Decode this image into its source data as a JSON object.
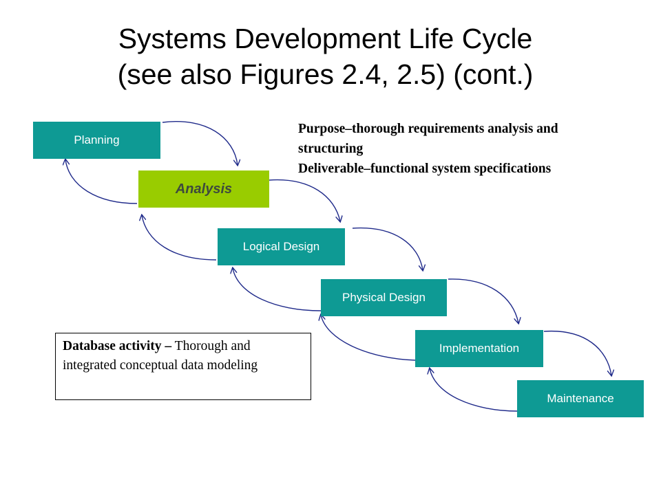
{
  "slide": {
    "title_line1": "Systems Development Life Cycle",
    "title_line2": "(see also Figures 2.4, 2.5) (cont.)"
  },
  "phases": [
    {
      "label": "Planning",
      "active": false
    },
    {
      "label": "Analysis",
      "active": true
    },
    {
      "label": "Logical Design",
      "active": false
    },
    {
      "label": "Physical Design",
      "active": false
    },
    {
      "label": "Implementation",
      "active": false
    },
    {
      "label": "Maintenance",
      "active": false
    }
  ],
  "purpose": {
    "line1": "Purpose–thorough requirements analysis and",
    "line2": "structuring",
    "line3": "Deliverable–functional system specifications"
  },
  "database_activity": {
    "heading": "Database activity –",
    "text": " Thorough and integrated conceptual data modeling"
  },
  "colors": {
    "phase_fill": "#0e9a94",
    "active_fill": "#99cc00",
    "arrow": "#1f2a8a"
  }
}
